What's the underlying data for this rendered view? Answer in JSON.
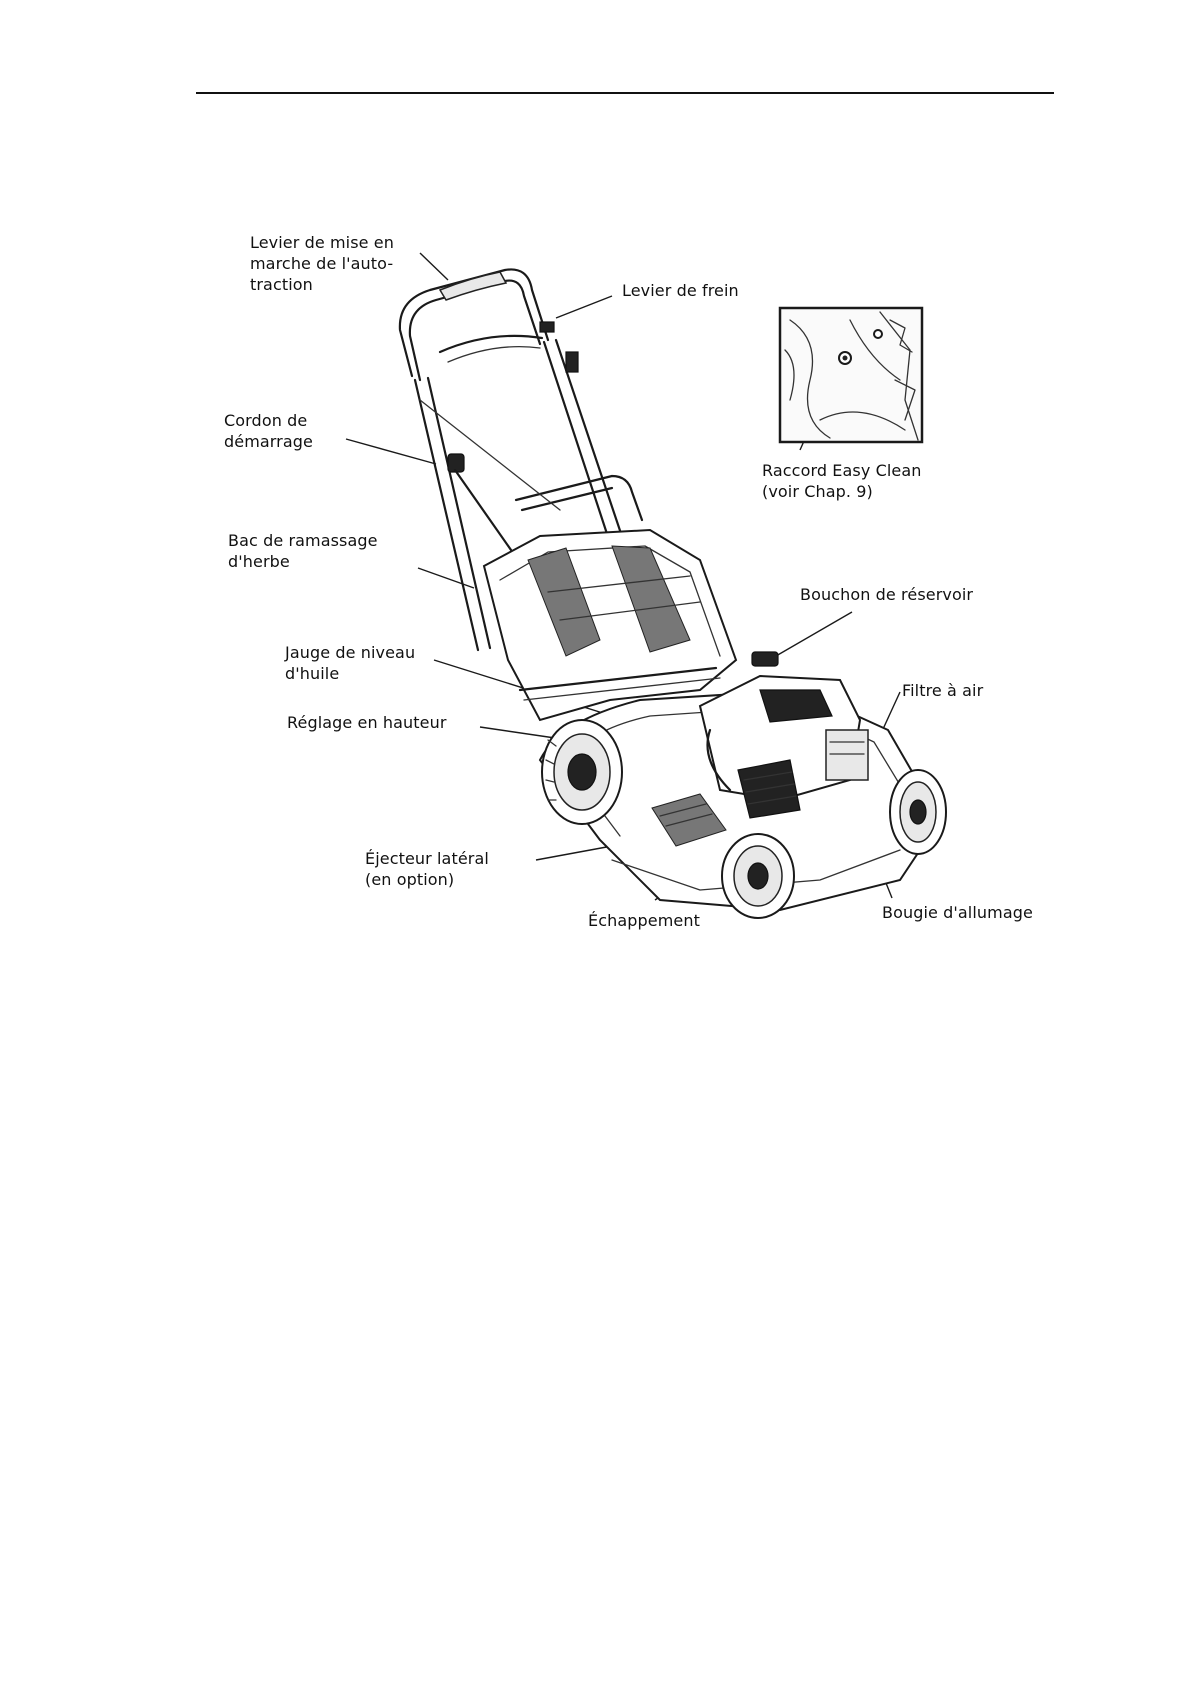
{
  "labels": {
    "self_drive_lever": [
      "Levier de mise en",
      "marche de l'auto-",
      "traction"
    ],
    "brake_lever": [
      "Levier de frein"
    ],
    "starter_cord": [
      "Cordon de",
      "démarrage"
    ],
    "easy_clean": [
      "Raccord Easy Clean",
      "(voir Chap. 9)"
    ],
    "grass_bag": [
      "Bac de ramassage",
      "d'herbe"
    ],
    "fuel_cap": [
      "Bouchon de réservoir"
    ],
    "oil_gauge": [
      "Jauge de niveau",
      "d'huile"
    ],
    "air_filter": [
      "Filtre à air"
    ],
    "height_adjust": [
      "Réglage en hauteur"
    ],
    "side_ejector": [
      "Éjecteur latéral",
      "(en option)"
    ],
    "exhaust": [
      "Échappement"
    ],
    "spark_plug": [
      "Bougie d'allumage"
    ]
  }
}
